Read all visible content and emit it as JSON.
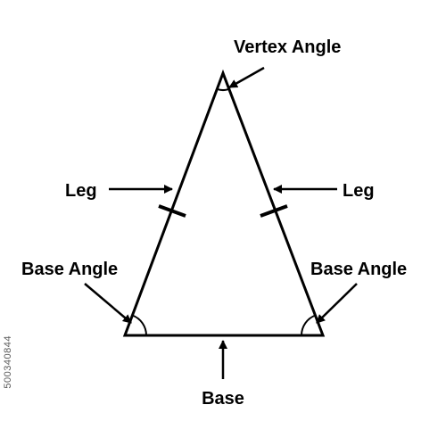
{
  "diagram": {
    "labels": {
      "vertex_angle": "Vertex Angle",
      "leg_left": "Leg",
      "leg_right": "Leg",
      "base_angle_left": "Base Angle",
      "base_angle_right": "Base Angle",
      "base": "Base"
    },
    "stroke_color": "#000000"
  },
  "watermark": {
    "stock_id": "500340844"
  }
}
